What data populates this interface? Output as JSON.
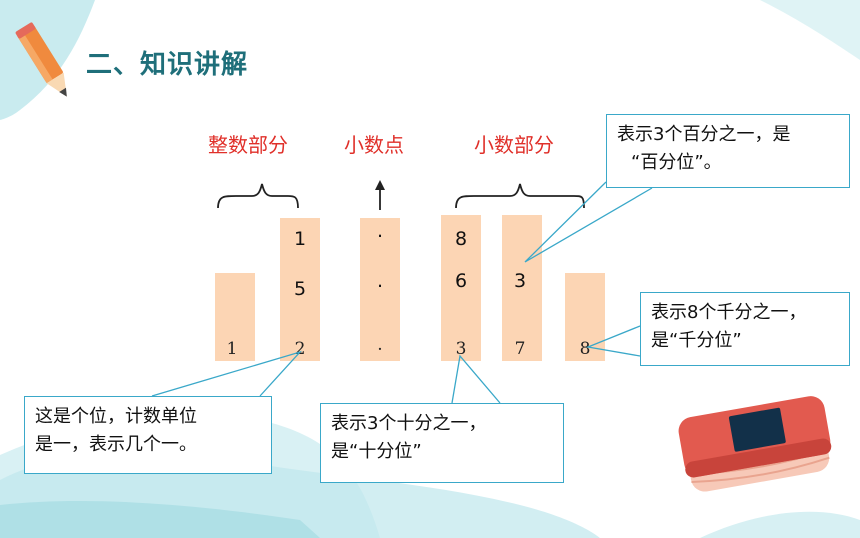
{
  "title": "二、知识讲解",
  "labels": {
    "integer_part": "整数部分",
    "decimal_point": "小数点",
    "decimal_part": "小数部分"
  },
  "number": {
    "row_whole": [
      "1",
      "2",
      ".",
      "3",
      "7",
      "8"
    ],
    "row_second": [
      "5",
      ".",
      "6",
      "3"
    ],
    "row_top": [
      "1",
      ".",
      "8"
    ]
  },
  "callouts": {
    "hundredths": {
      "line1": "表示3个百分之一，是",
      "line2": "“百分位”。"
    },
    "thousandths": {
      "line1": "表示8个千分之一，",
      "line2": "是“千分位”"
    },
    "ones": {
      "line1": "这是个位，计数单位",
      "line2": "是一，表示几个一。"
    },
    "tenths": {
      "line1": "表示3个十分之一，",
      "line2": "是“十分位”"
    }
  },
  "colors": {
    "title": "#1f6f7a",
    "label_red": "#e0302a",
    "column_fill": "#fcd5b4",
    "callout_border": "#3aa8c9",
    "wave": "#bfe7ec"
  },
  "icons": [
    "pencil-icon",
    "book-icon",
    "arrow-up-icon",
    "brace-icon"
  ]
}
